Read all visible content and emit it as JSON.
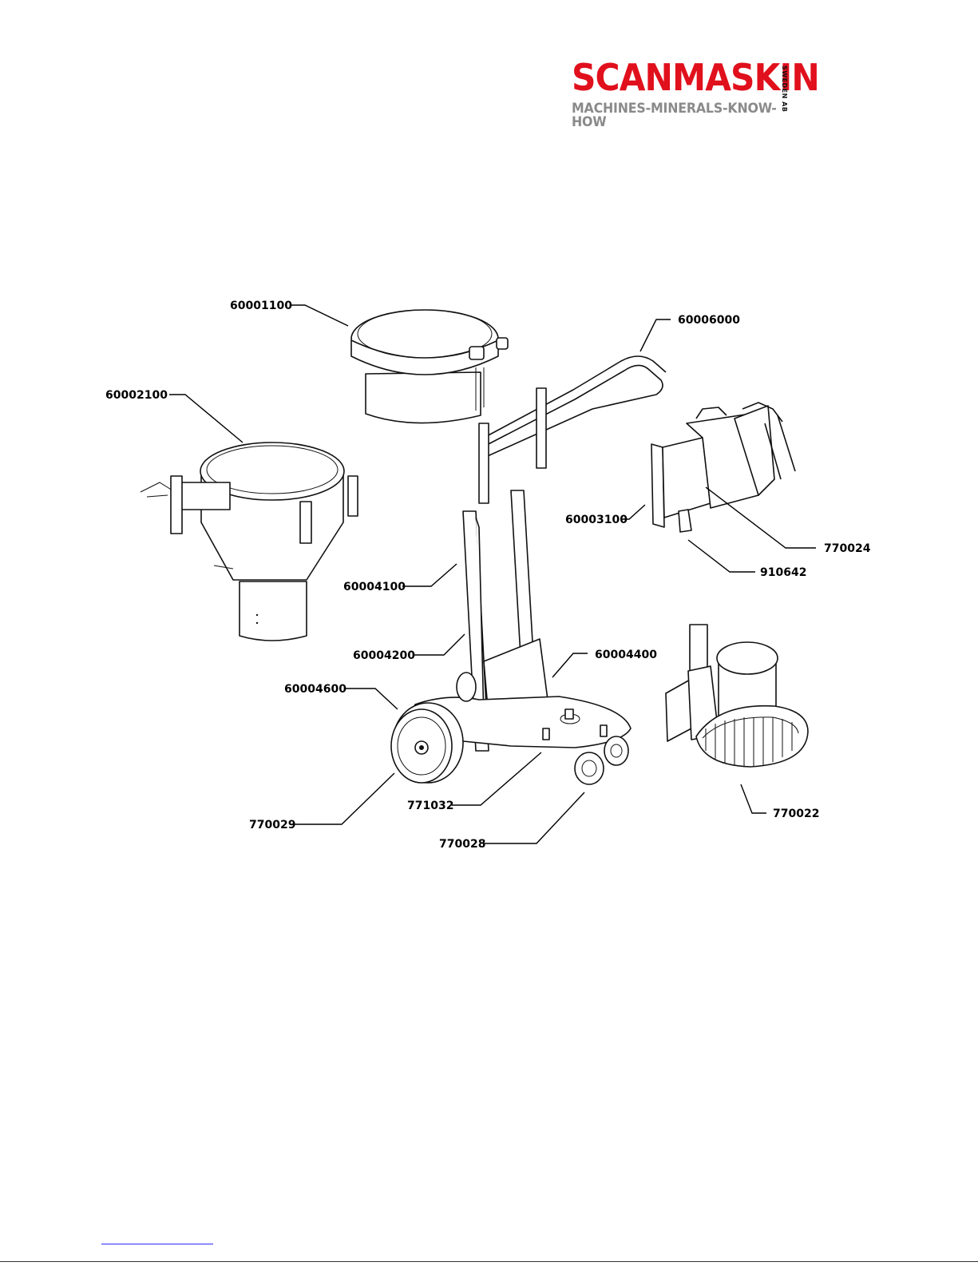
{
  "logo": {
    "brand": "SCANMASKIN",
    "side": "SWEDEN AB",
    "tagline": "MACHINES-MINERALS-KNOW-HOW",
    "brand_color": "#e0101c",
    "tagline_color": "#8a8a8a"
  },
  "callouts": [
    {
      "id": "60001100",
      "label": "60001100"
    },
    {
      "id": "60006000",
      "label": "60006000"
    },
    {
      "id": "60002100",
      "label": "60002100"
    },
    {
      "id": "60003100",
      "label": "60003100"
    },
    {
      "id": "770024",
      "label": "770024"
    },
    {
      "id": "910642",
      "label": "910642"
    },
    {
      "id": "60004100",
      "label": "60004100"
    },
    {
      "id": "60004200",
      "label": "60004200"
    },
    {
      "id": "60004400",
      "label": "60004400"
    },
    {
      "id": "60004600",
      "label": "60004600"
    },
    {
      "id": "770029",
      "label": "770029"
    },
    {
      "id": "771032",
      "label": "771032"
    },
    {
      "id": "770028",
      "label": "770028"
    },
    {
      "id": "770022",
      "label": "770022"
    }
  ]
}
